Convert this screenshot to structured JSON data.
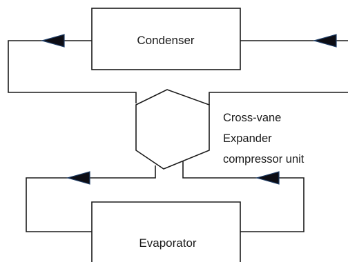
{
  "diagram": {
    "components": {
      "condenser": "Condenser",
      "evaporator": "Evaporator",
      "unit_line1": "Cross-vane",
      "unit_line2": "Expander",
      "unit_line3": "compressor unit"
    },
    "colors": {
      "line": "#1a1a1a",
      "arrow_fill": "#0d0d14",
      "arrow_edge": "#1f3d66",
      "background": "#ffffff"
    },
    "arrow_directions": {
      "condenser_inlet": "left",
      "condenser_outlet": "left",
      "evaporator_top_right": "left",
      "evaporator_top_left": "left"
    }
  }
}
